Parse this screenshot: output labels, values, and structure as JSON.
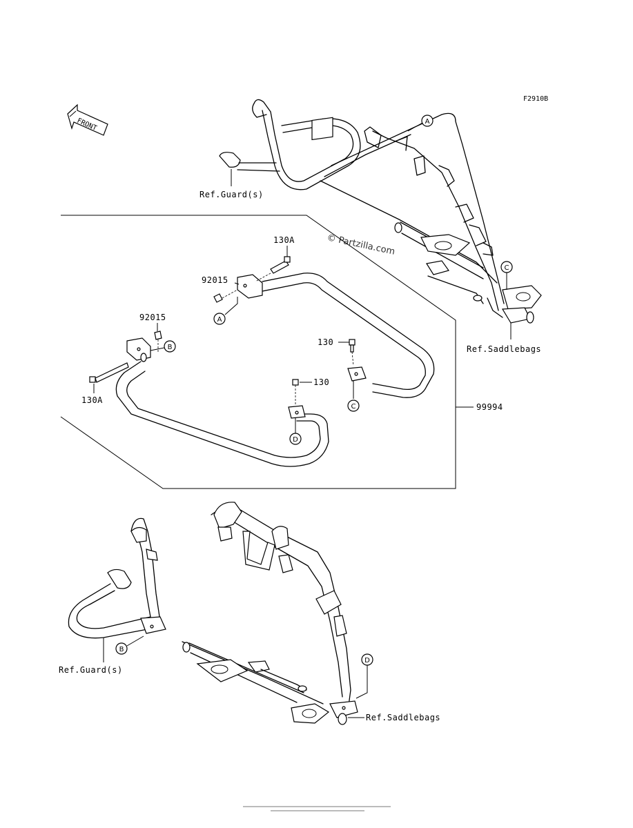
{
  "figure_code": "F2910B",
  "front_arrow_label": "FRONT",
  "watermark": "© Partzilla.com",
  "labels": {
    "ref_guard_top": "Ref.Guard(s)",
    "ref_saddlebags_top": "Ref.Saddlebags",
    "ref_guard_bottom": "Ref.Guard(s)",
    "ref_saddlebags_bottom": "Ref.Saddlebags"
  },
  "parts": {
    "p130a_top": "130A",
    "p92015_top": "92015",
    "p92015_left": "92015",
    "p130a_left": "130A",
    "p130_right": "130",
    "p130_mid": "130",
    "p99994": "99994"
  },
  "callouts": {
    "a_top": "A",
    "a_mid": "A",
    "b_mid": "B",
    "b_bottom": "B",
    "c_top": "C",
    "c_mid": "C",
    "d_mid": "D",
    "d_bottom": "D"
  }
}
